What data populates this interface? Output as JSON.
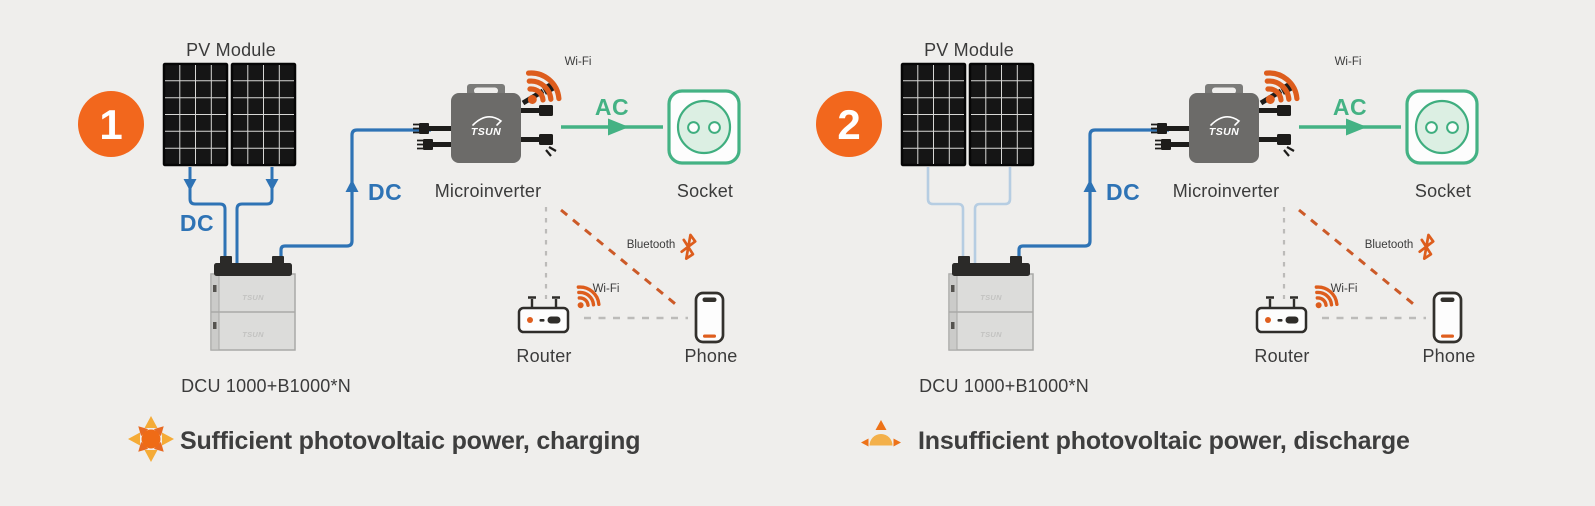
{
  "colors": {
    "background": "#efeeec",
    "badge_orange": "#f2671d",
    "icon_orange": "#dd5d1d",
    "dash_orange": "#cc5a28",
    "wire_blue": "#2e73b5",
    "wire_blue_faded": "#b6cde2",
    "ac_green": "#44b284",
    "text_dark": "#3b3b3b",
    "dash_gray": "#bcbbb9",
    "inverter_gray": "#6c6b69"
  },
  "diagram1": {
    "badge": "1",
    "pv_module": "PV Module",
    "dc_in": "DC",
    "dc_link": "DC",
    "battery": "DCU 1000+B1000*N",
    "brand": "TSUN",
    "microinverter": "Microinverter",
    "wifi": "Wi-Fi",
    "ac": "AC",
    "socket": "Socket",
    "bluetooth": "Bluetooth",
    "wifi_router": "Wi-Fi",
    "router": "Router",
    "phone": "Phone",
    "caption": "Sufficient photovoltaic power, charging"
  },
  "diagram2": {
    "badge": "2",
    "pv_module": "PV Module",
    "dc_link": "DC",
    "battery": "DCU 1000+B1000*N",
    "brand": "TSUN",
    "microinverter": "Microinverter",
    "wifi": "Wi-Fi",
    "ac": "AC",
    "socket": "Socket",
    "bluetooth": "Bluetooth",
    "wifi_router": "Wi-Fi",
    "router": "Router",
    "phone": "Phone",
    "caption": "Insufficient photovoltaic power, discharge"
  }
}
